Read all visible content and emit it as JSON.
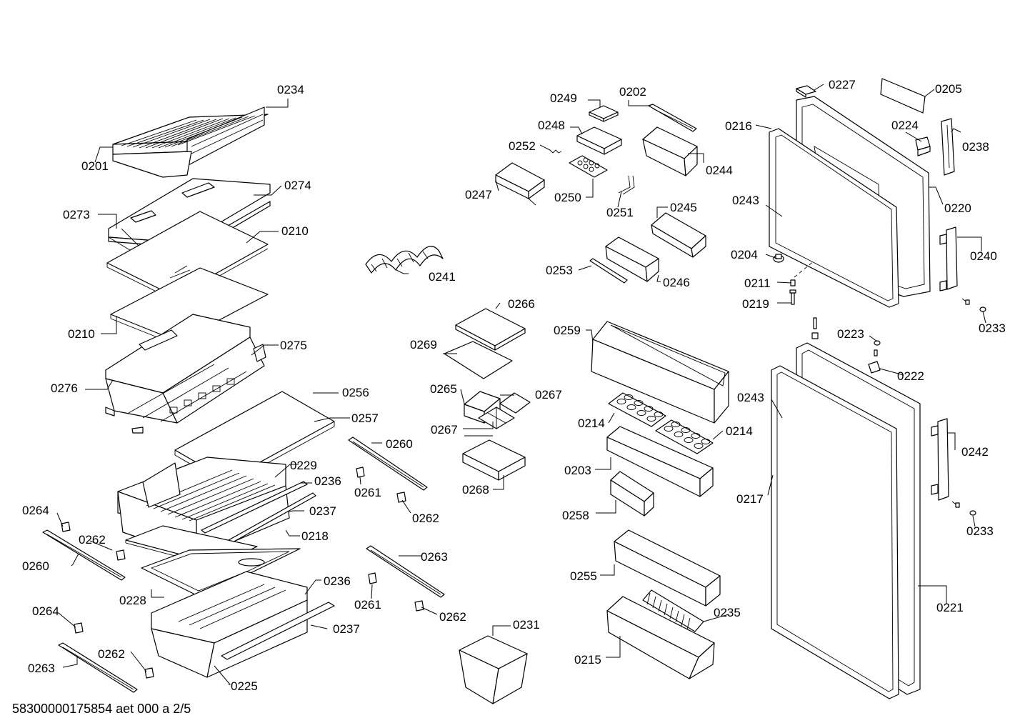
{
  "document_code": "58300000175854 aet 000 a 2/5",
  "labels": {
    "l0201": "0201",
    "l0202": "0202",
    "l0203": "0203",
    "l0204": "0204",
    "l0205": "0205",
    "l0210a": "0210",
    "l0210b": "0210",
    "l0211": "0211",
    "l0214a": "0214",
    "l0214b": "0214",
    "l0215": "0215",
    "l0216": "0216",
    "l0217": "0217",
    "l0218": "0218",
    "l0219": "0219",
    "l0220": "0220",
    "l0221": "0221",
    "l0222": "0222",
    "l0223": "0223",
    "l0224": "0224",
    "l0225": "0225",
    "l0227": "0227",
    "l0228": "0228",
    "l0229": "0229",
    "l0231": "0231",
    "l0233a": "0233",
    "l0233b": "0233",
    "l0234": "0234",
    "l0235": "0235",
    "l0236a": "0236",
    "l0236b": "0236",
    "l0237a": "0237",
    "l0237b": "0237",
    "l0238": "0238",
    "l0240": "0240",
    "l0241": "0241",
    "l0242": "0242",
    "l0243a": "0243",
    "l0243b": "0243",
    "l0244": "0244",
    "l0245": "0245",
    "l0246": "0246",
    "l0247": "0247",
    "l0248": "0248",
    "l0249": "0249",
    "l0250": "0250",
    "l0251": "0251",
    "l0252": "0252",
    "l0253": "0253",
    "l0255": "0255",
    "l0256": "0256",
    "l0257": "0257",
    "l0258": "0258",
    "l0259": "0259",
    "l0260a": "0260",
    "l0260b": "0260",
    "l0261a": "0261",
    "l0261b": "0261",
    "l0262a": "0262",
    "l0262b": "0262",
    "l0262c": "0262",
    "l0262d": "0262",
    "l0263a": "0263",
    "l0263b": "0263",
    "l0264a": "0264",
    "l0264b": "0264",
    "l0265": "0265",
    "l0266": "0266",
    "l0267a": "0267",
    "l0267b": "0267",
    "l0268": "0268",
    "l0269": "0269",
    "l0273": "0273",
    "l0274": "0274",
    "l0275": "0275",
    "l0276": "0276"
  }
}
